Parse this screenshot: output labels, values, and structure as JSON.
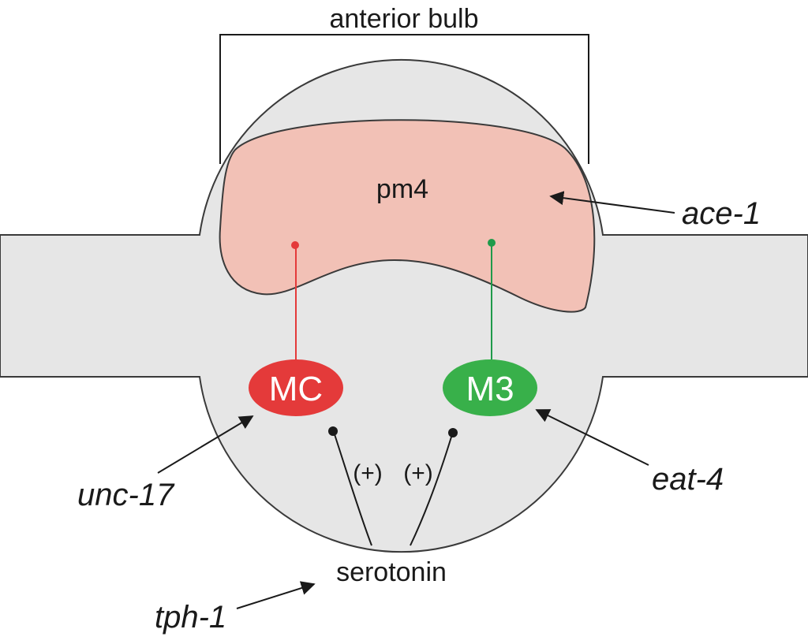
{
  "labels": {
    "anterior_bulb": "anterior bulb",
    "pm4": "pm4",
    "mc": "MC",
    "m3": "M3",
    "serotonin": "serotonin",
    "plus_left": "(+)",
    "plus_right": "(+)"
  },
  "genes": {
    "ace1": "ace-1",
    "unc17": "unc-17",
    "eat4": "eat-4",
    "tph1": "tph-1"
  },
  "colors": {
    "pharynx_fill": "#e6e6e6",
    "outline": "#3a3a3a",
    "pm4_fill": "#f2c1b6",
    "mc_red": "#e43a3a",
    "m3_green": "#38b04a",
    "synapse_red": "#e43a3a",
    "synapse_green": "#1f9a4a",
    "arrow_black": "#1a1a1a"
  }
}
